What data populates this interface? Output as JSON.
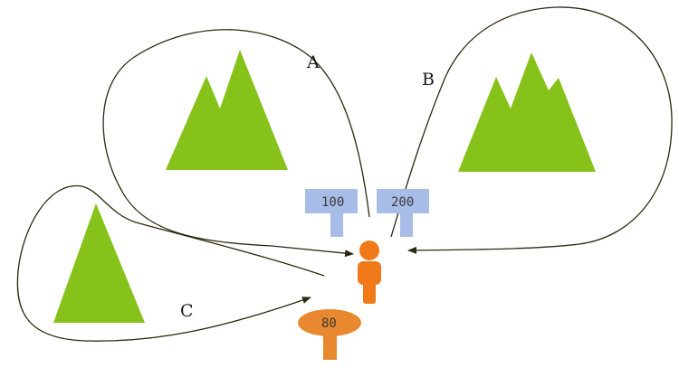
{
  "routes": [
    {
      "id": "route-a",
      "label": "A"
    },
    {
      "id": "route-b",
      "label": "B"
    },
    {
      "id": "route-c",
      "label": "C"
    }
  ],
  "signs": [
    {
      "id": "sign-route-a",
      "value": "100"
    },
    {
      "id": "sign-route-b",
      "value": "200"
    },
    {
      "id": "sign-route-c",
      "value": "80"
    }
  ],
  "colors": {
    "mountain": "#86c21a",
    "sign_blue": "#a7bce6",
    "sign_orange": "#e8892f",
    "person": "#f07a1a",
    "line": "#2b2a10"
  }
}
